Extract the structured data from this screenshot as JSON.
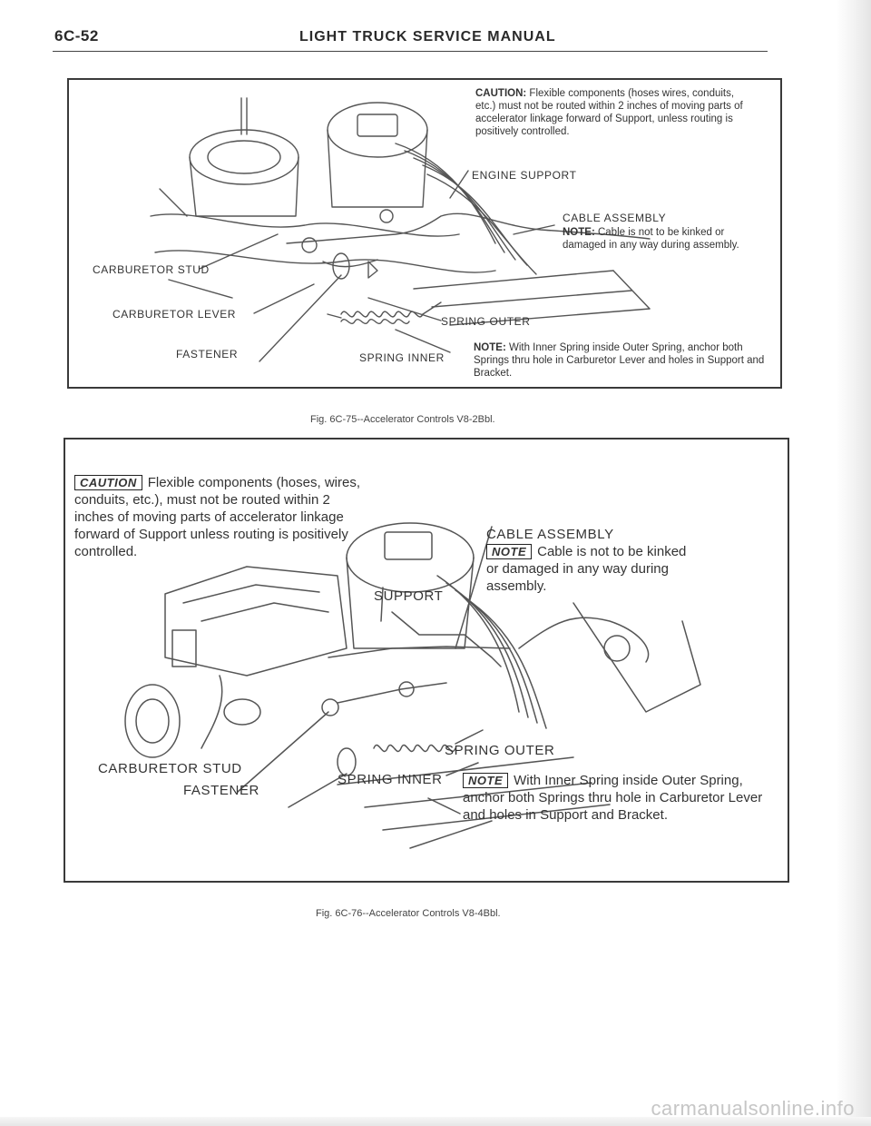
{
  "header": {
    "page_code": "6C-52",
    "manual_title": "LIGHT TRUCK SERVICE MANUAL"
  },
  "fig1": {
    "caution_title": "CAUTION:",
    "caution_text": "Flexible components (hoses wires, conduits, etc.) must not be routed within 2 inches of moving parts of accelerator linkage forward of Support, unless routing is positively controlled.",
    "label_engine_support": "ENGINE SUPPORT",
    "label_cable_assembly": "CABLE ASSEMBLY",
    "cable_note_title": "NOTE:",
    "cable_note_text": "Cable is not to be kinked or damaged in any way during assembly.",
    "label_carburetor_stud": "CARBURETOR STUD",
    "label_carburetor_lever": "CARBURETOR LEVER",
    "label_spring_outer": "SPRING OUTER",
    "label_fastener": "FASTENER",
    "label_spring_inner": "SPRING INNER",
    "spring_note_title": "NOTE:",
    "spring_note_text": "With Inner Spring inside Outer Spring, anchor both Springs thru hole in Carburetor Lever and holes in Support and Bracket.",
    "caption": "Fig. 6C-75--Accelerator Controls V8-2Bbl."
  },
  "fig2": {
    "caution_tag": "CAUTION",
    "caution_text": "Flexible components (hoses, wires, conduits, etc.), must not be routed within 2 inches of moving parts of accelerator linkage forward of Support unless routing is positively controlled.",
    "label_cable_assembly": "CABLE ASSEMBLY",
    "cable_note_tag": "NOTE",
    "cable_note_text": "Cable is not to be kinked or damaged in any way during assembly.",
    "label_support": "SUPPORT",
    "label_carburetor_stud": "CARBURETOR STUD",
    "label_spring_outer": "SPRING OUTER",
    "label_fastener": "FASTENER",
    "label_spring_inner": "SPRING INNER",
    "spring_note_tag": "NOTE",
    "spring_note_text": "With Inner Spring inside Outer Spring, anchor both Springs thru hole in Carburetor Lever and holes in Support and Bracket.",
    "caption": "Fig. 6C-76--Accelerator Controls V8-4Bbl."
  },
  "footer": {
    "watermark": "carmanualsonline.info"
  }
}
